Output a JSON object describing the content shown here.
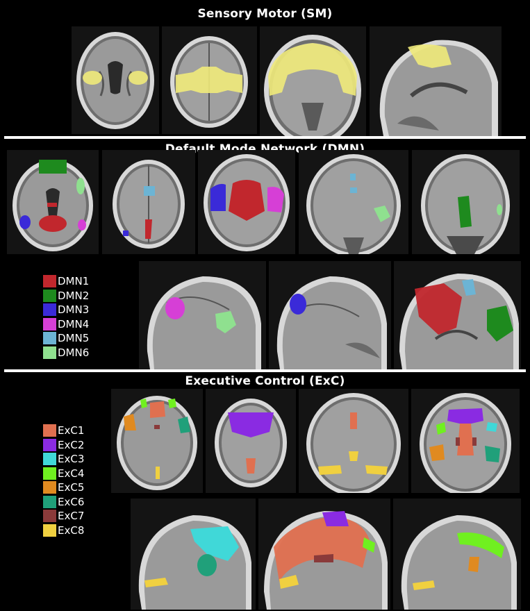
{
  "sections": {
    "sm": {
      "title": "Sensory Motor (SM)"
    },
    "dmn": {
      "title": "Default Mode Network (DMN)",
      "legend": [
        {
          "label": "DMN1",
          "color": "#c1272d"
        },
        {
          "label": "DMN2",
          "color": "#1e8a1e"
        },
        {
          "label": "DMN3",
          "color": "#3a2ad8"
        },
        {
          "label": "DMN4",
          "color": "#d63fd6"
        },
        {
          "label": "DMN5",
          "color": "#6cb4d4"
        },
        {
          "label": "DMN6",
          "color": "#8fe08f"
        }
      ]
    },
    "exc": {
      "title": "Executive Control (ExC)",
      "legend": [
        {
          "label": "ExC1",
          "color": "#e07050"
        },
        {
          "label": "ExC2",
          "color": "#8a2be2"
        },
        {
          "label": "ExC3",
          "color": "#40d8d8"
        },
        {
          "label": "ExC4",
          "color": "#70f020"
        },
        {
          "label": "ExC5",
          "color": "#e08a20"
        },
        {
          "label": "ExC6",
          "color": "#20a07a"
        },
        {
          "label": "ExC7",
          "color": "#8a3a3a"
        },
        {
          "label": "ExC8",
          "color": "#f0d040"
        }
      ]
    }
  }
}
